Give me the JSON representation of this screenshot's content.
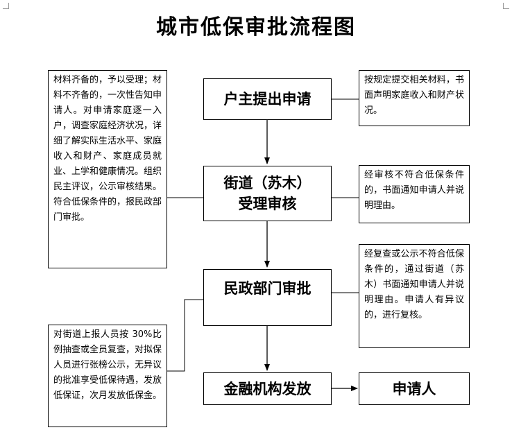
{
  "title": "城市低保审批流程图",
  "steps": {
    "apply": "户主提出申请",
    "review_line1": "街道（苏木）",
    "review_line2": "受理审核",
    "approve": "民政部门审批",
    "finance": "金融机构发放",
    "applicant": "申请人"
  },
  "notes": {
    "apply_right": "按规定提交相关材料，书面声明家庭收入和财产状况。",
    "review_left": "材料齐备的，予以受理；材料不齐备的，一次性告知申请人。对申请家庭逐一入户，调查家庭经济状况，详细了解实际生活水平、家庭收入和财产、家庭成员就业、上学和健康情况。组织民主评议，公示审核结果。符合低保条件的，报民政部门审批。",
    "review_right": "经审核不符合低保条件的，书面通知申请人并说明理由。",
    "approve_right": "经复查或公示不符合低保条件的，通过街道（苏木）书面通知申请人并说明理由。申请人有异议的，进行复核。",
    "approve_left": "对街道上报人员按 30%比例抽查或全员复查，对拟保人员进行张榜公示，无异议的批准享受低保待遇，发放低保证，次月发放低保金。"
  }
}
